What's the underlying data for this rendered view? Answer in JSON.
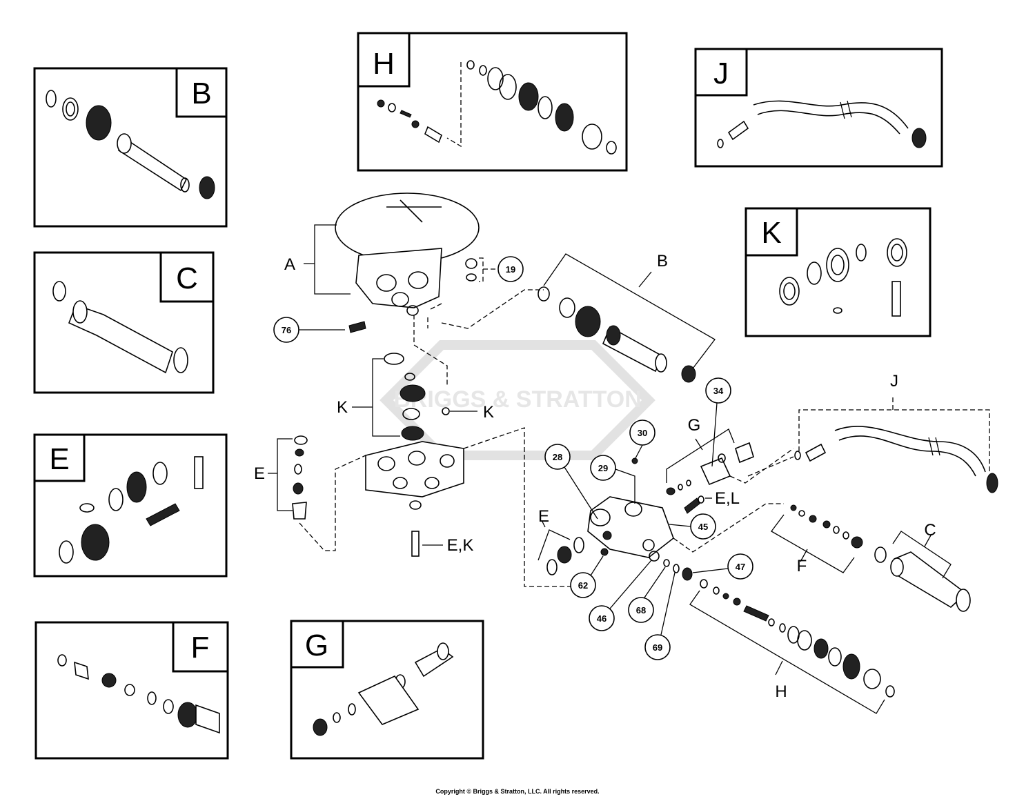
{
  "watermark": "BRIGGS & STRATTON",
  "copyright": "Copyright © Briggs & Stratton, LLC. All rights reserved.",
  "insets": {
    "B": "B",
    "C": "C",
    "E": "E",
    "F": "F",
    "G": "G",
    "H": "H",
    "J": "J",
    "K": "K"
  },
  "assembly_labels": {
    "A": "A",
    "B": "B",
    "C": "C",
    "E_left": "E",
    "E_mid": "E",
    "EK": "E,K",
    "EL": "E,L",
    "F": "F",
    "G": "G",
    "H": "H",
    "J": "J",
    "K_left": "K",
    "K_small": "K"
  },
  "ref_numbers": {
    "r19": "19",
    "r76": "76",
    "r34": "34",
    "r30": "30",
    "r28": "28",
    "r29": "29",
    "r45": "45",
    "r47": "47",
    "r62": "62",
    "r46": "46",
    "r68": "68",
    "r69": "69"
  }
}
